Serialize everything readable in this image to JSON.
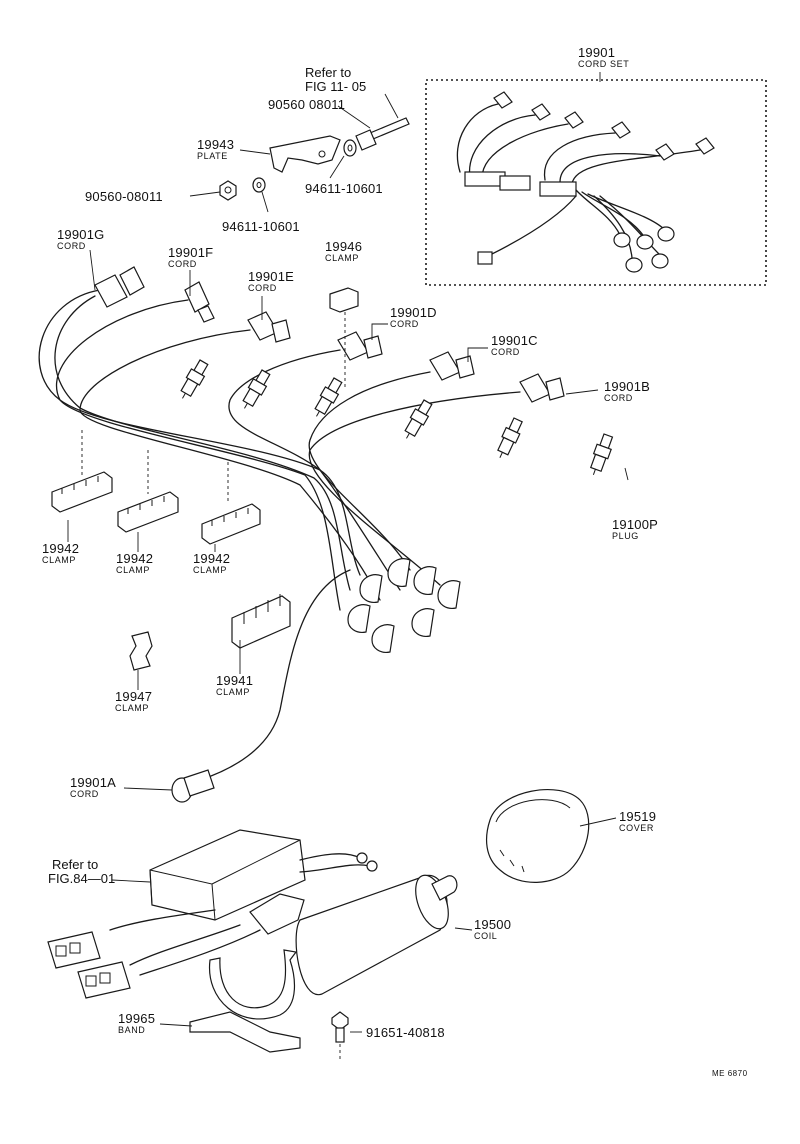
{
  "labels": {
    "refer_fig11_line1": "Refer  to",
    "refer_fig11_line2": "FIG 11- 05",
    "bolt_90560_top": "90560 08011",
    "plate_19943": "19943",
    "plate_19943_name": "PLATE",
    "washer_94611_right": "94611-10601",
    "nut_90560_left": "90560-08011",
    "washer_94611_left": "94611-10601",
    "cord_set_19901": "19901",
    "cord_set_19901_name": "CORD SET",
    "cord_19901G": "19901G",
    "cord_19901G_name": "CORD",
    "cord_19901F": "19901F",
    "cord_19901F_name": "CORD",
    "cord_19901E": "19901E",
    "cord_19901E_name": "CORD",
    "clamp_19946": "19946",
    "clamp_19946_name": "CLAMP",
    "cord_19901D": "19901D",
    "cord_19901D_name": "CORD",
    "cord_19901C": "19901C",
    "cord_19901C_name": "CORD",
    "cord_19901B": "19901B",
    "cord_19901B_name": "CORD",
    "plug_19100P": "19100P",
    "plug_19100P_name": "PLUG",
    "clamp_19942_a": "19942",
    "clamp_19942_a_name": "CLAMP",
    "clamp_19942_b": "19942",
    "clamp_19942_b_name": "CLAMP",
    "clamp_19942_c": "19942",
    "clamp_19942_c_name": "CLAMP",
    "clamp_19941": "19941",
    "clamp_19941_name": "CLAMP",
    "clamp_19947": "19947",
    "clamp_19947_name": "CLAMP",
    "cord_19901A": "19901A",
    "cord_19901A_name": "CORD",
    "cover_19519": "19519",
    "cover_19519_name": "COVER",
    "refer_fig84_line1": "Refer  to",
    "refer_fig84_line2": "FIG.84—01",
    "coil_19500": "19500",
    "coil_19500_name": "COIL",
    "band_19965": "19965",
    "band_19965_name": "BAND",
    "bolt_91651": "91651-40818",
    "drawing_code": "ME 6870"
  }
}
